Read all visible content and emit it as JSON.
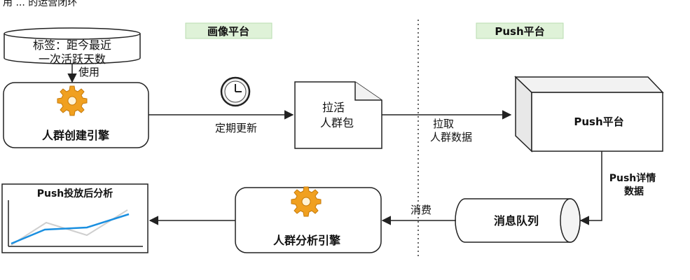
{
  "diagram": {
    "header_fragment": "用 ... 的运营闭环",
    "zones": {
      "left": "画像平台",
      "right": "Push平台"
    },
    "nodes": {
      "tag_store": {
        "line1": "标签：距今最近",
        "line2": "一次活跃天数",
        "icon": "database-cylinder"
      },
      "crowd_engine": {
        "label": "人群创建引擎",
        "icon": "gear-icon"
      },
      "crowd_package": {
        "line1": "拉活",
        "line2": "人群包",
        "icon": "document-icon"
      },
      "push_platform": {
        "label": "Push平台",
        "icon": "3d-box"
      },
      "message_queue": {
        "label": "消息队列",
        "icon": "queue-cylinder"
      },
      "analysis_engine": {
        "label": "人群分析引擎",
        "icon": "gear-icon"
      },
      "analysis_chart": {
        "title": "Push投放后分析",
        "icon": "line-chart-icon"
      }
    },
    "edges": {
      "use": "使用",
      "scheduled_update": "定期更新",
      "pull_line1": "拉取",
      "pull_line2": "人群数据",
      "detail_line1": "Push详情",
      "detail_line2": "数据",
      "consume": "消费"
    },
    "icons": {
      "clock": "clock-icon"
    },
    "colors": {
      "zone_label_bg": "#dff2d8",
      "gear": "#f0a020",
      "arrow": "#222222",
      "chart_blue": "#1a8fe0",
      "chart_grey": "#cfcfcf"
    }
  }
}
